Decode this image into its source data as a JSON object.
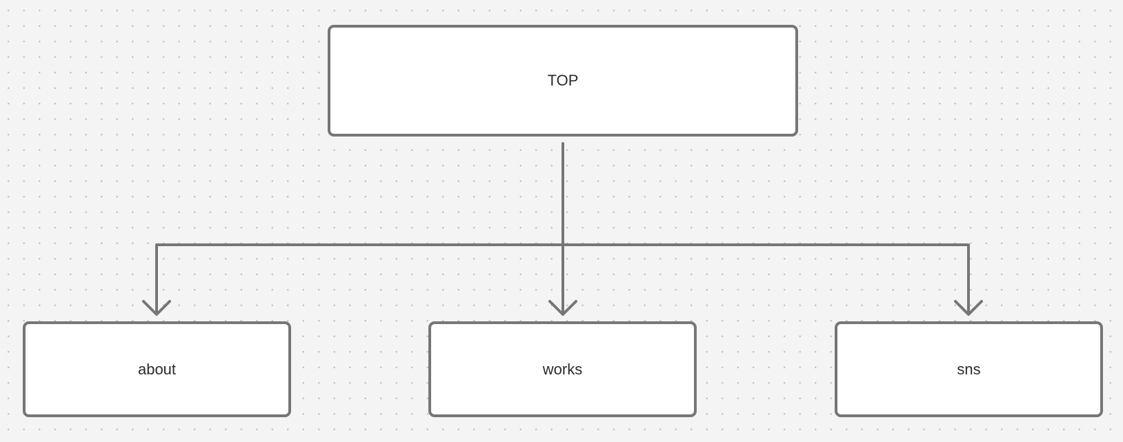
{
  "diagram": {
    "nodes": [
      {
        "id": "top",
        "label": "TOP"
      },
      {
        "id": "about",
        "label": "about"
      },
      {
        "id": "works",
        "label": "works"
      },
      {
        "id": "sns",
        "label": "sns"
      }
    ],
    "edges": [
      {
        "from": "top",
        "to": "about"
      },
      {
        "from": "top",
        "to": "works"
      },
      {
        "from": "top",
        "to": "sns"
      }
    ]
  },
  "colors": {
    "canvas_background": "#f4f4f4",
    "grid_dot": "#c4c4c4",
    "node_border": "#767676",
    "node_fill": "#ffffff",
    "connector": "#767676",
    "text": "#2b2b2b"
  }
}
